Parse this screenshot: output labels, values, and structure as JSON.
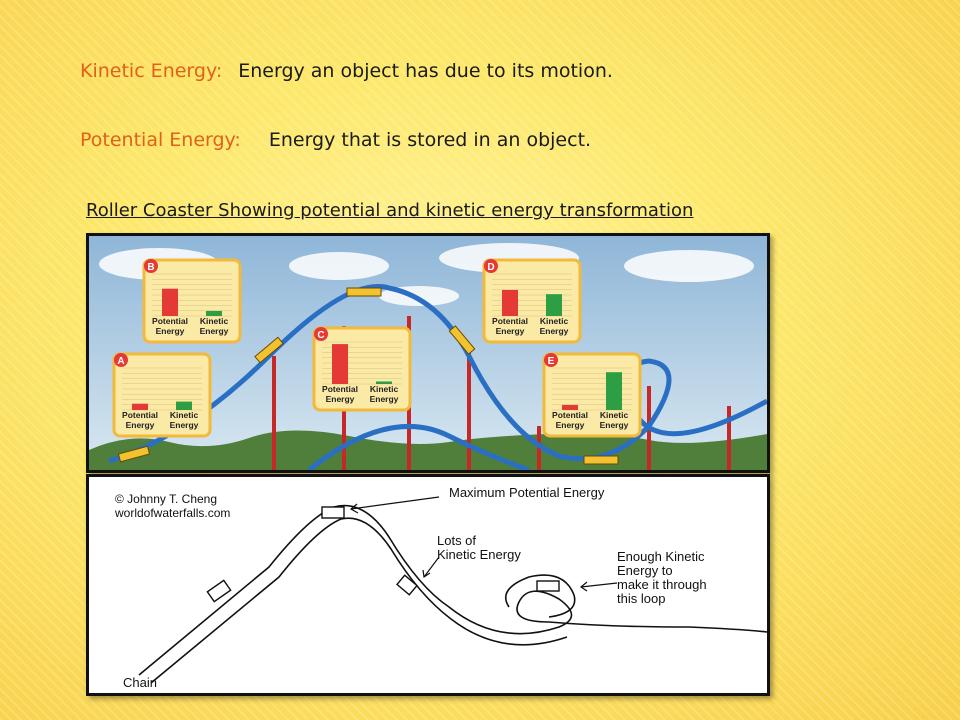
{
  "definitions": [
    {
      "term": "Kinetic Energy:",
      "text": "Energy an object has due to its motion."
    },
    {
      "term": "Potential Energy:",
      "text": "Energy that is stored in an object."
    }
  ],
  "caption": "Roller Coaster Showing potential and kinetic energy transformation",
  "coaster_panels": [
    {
      "letter": "A",
      "potential": 0.15,
      "kinetic": 0.2,
      "potential_label": "Potential Energy",
      "kinetic_label": "Kinetic Energy"
    },
    {
      "letter": "B",
      "potential": 0.65,
      "kinetic": 0.12,
      "potential_label": "Potential Energy",
      "kinetic_label": "Kinetic Energy"
    },
    {
      "letter": "C",
      "potential": 0.95,
      "kinetic": 0.06,
      "potential_label": "Potential Energy",
      "kinetic_label": "Kinetic Energy"
    },
    {
      "letter": "D",
      "potential": 0.62,
      "kinetic": 0.52,
      "potential_label": "Potential Energy",
      "kinetic_label": "Kinetic Energy"
    },
    {
      "letter": "E",
      "potential": 0.12,
      "kinetic": 0.9,
      "potential_label": "Potential Energy",
      "kinetic_label": "Kinetic Energy"
    }
  ],
  "sketch": {
    "copyright": "© Johnny T. Cheng",
    "site": "worldofwaterfalls.com",
    "max_potential": "Maximum Potential Energy",
    "lots_kinetic_1": "Lots of",
    "lots_kinetic_2": "Kinetic Energy",
    "enough_1": "Enough Kinetic",
    "enough_2": "Energy to",
    "enough_3": "make it through",
    "enough_4": "this loop",
    "chain": "Chain"
  },
  "colors": {
    "term": "#e0601c",
    "potential_bar": "#e53935",
    "kinetic_bar": "#2e9e44",
    "panel_bg": "#fbe9a6",
    "panel_border": "#f2b93a",
    "track": "#2a6fc4",
    "supports": "#c62828"
  }
}
